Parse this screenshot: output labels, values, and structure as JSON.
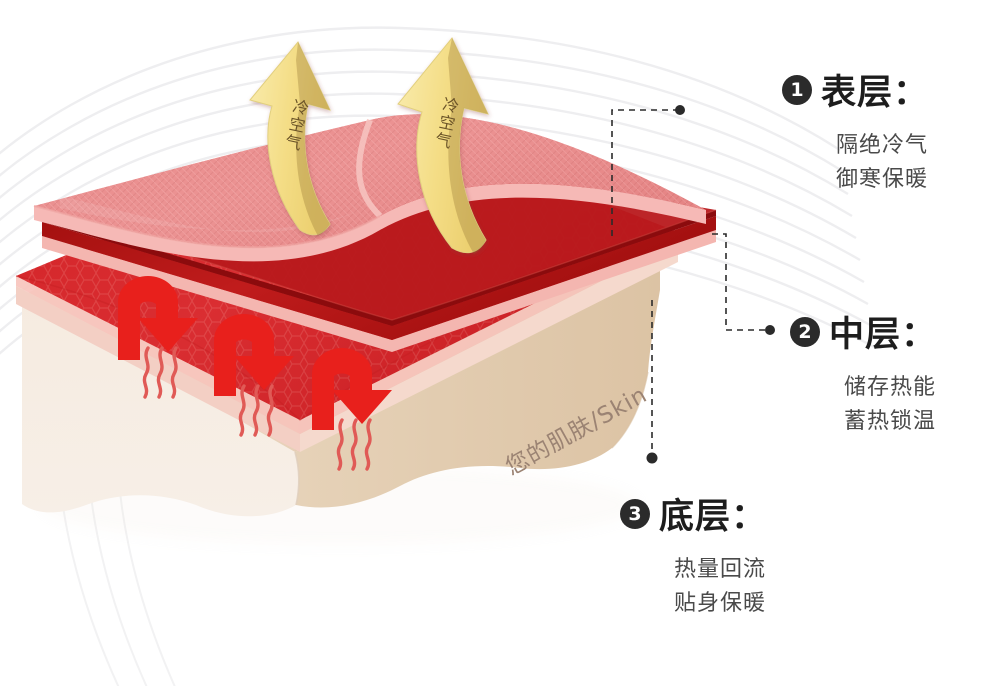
{
  "diagram": {
    "title_semantic": "three-layer-thermal-fabric-cross-section",
    "background_color": "#ffffff"
  },
  "callouts": [
    {
      "number": "❶",
      "number_plain": "1",
      "heading": "表层：",
      "desc_line1": "隔绝冷气",
      "desc_line2": "御寒保暖",
      "name": "callout-surface-layer"
    },
    {
      "number": "❷",
      "number_plain": "2",
      "heading": "中层：",
      "desc_line1": "储存热能",
      "desc_line2": "蓄热锁温",
      "name": "callout-middle-layer"
    },
    {
      "number": "❸",
      "number_plain": "3",
      "heading": "底层：",
      "desc_line1": "热量回流",
      "desc_line2": "贴身保暖",
      "name": "callout-bottom-layer"
    }
  ],
  "skin": {
    "label": "您的肌肤/Skin"
  },
  "cold_air_arrows": [
    {
      "label": "冷空气"
    },
    {
      "label": "冷空气"
    }
  ],
  "colors": {
    "top_layer_face": "#e98b8b",
    "top_layer_edge": "#f3b2b2",
    "middle_layer_face": "#b8191c",
    "middle_layer_dark": "#8e0d10",
    "bottom_layer_face": "#d8282c",
    "skin_top": "#e9d2bb",
    "skin_side": "#f2e3d5",
    "arrow_yellow": "#f5e08a",
    "arrow_yellow_shadow": "#8a6a2a",
    "heat_arrow_red": "#e8201c",
    "text_dark": "#1d1d1d",
    "text_gray": "#4a4a4a",
    "leader_line": "#2b2b2b",
    "swirl": "#efeff0"
  }
}
